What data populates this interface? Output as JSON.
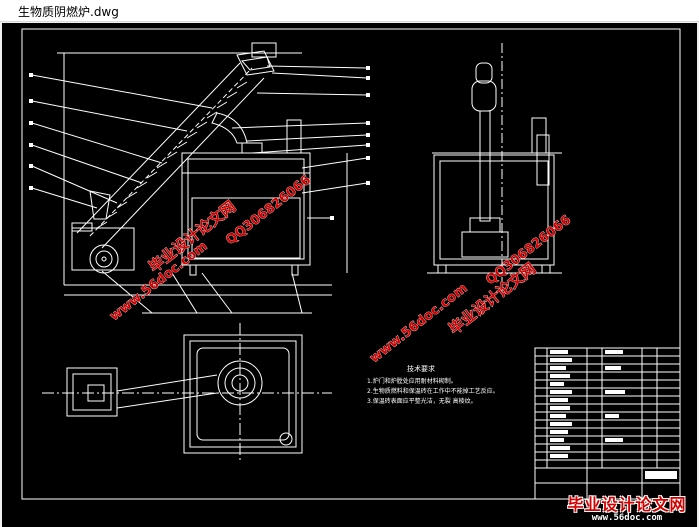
{
  "window": {
    "title": "生物质阴燃炉.dwg"
  },
  "notes": {
    "heading": "技术要求",
    "lines": [
      "1.炉门和炉膛处应用耐材料砌制。",
      "2.生物质燃料和保温砖在工作中不能掉工艺反应。",
      "3.保温砖表面应平整光洁，无裂  高棱纹。"
    ]
  },
  "watermarks": {
    "site_name": "毕业设计论文网",
    "site_url": "www.56doc.com",
    "qq": "QQ306826066"
  },
  "colors": {
    "background": "#000000",
    "lines": "#ffffff",
    "watermark_red": "#d40000"
  }
}
